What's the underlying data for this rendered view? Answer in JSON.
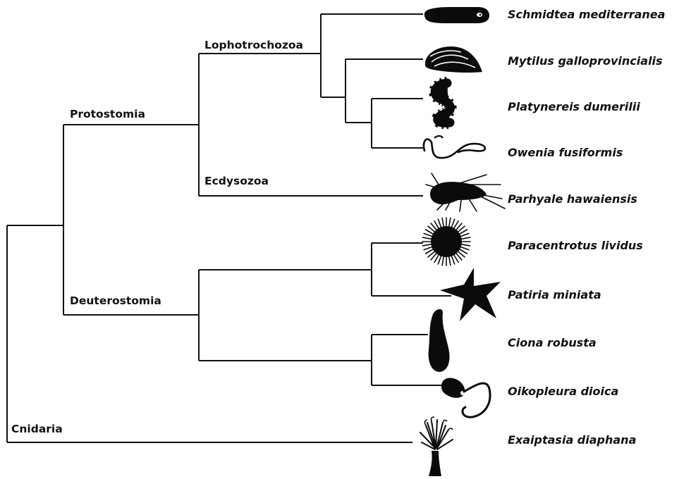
{
  "clades": {
    "lophotrochozoa": "Lophotrochozoa",
    "protostomia": "Protostomia",
    "ecdysozoa": "Ecdysozoa",
    "deuterostomia": "Deuterostomia",
    "cnidaria": "Cnidaria"
  },
  "species": [
    {
      "name": "Schmidtea mediterranea",
      "icon": "flatworm-icon"
    },
    {
      "name": "Mytilus galloprovincialis",
      "icon": "mussel-icon"
    },
    {
      "name": "Platynereis dumerilii",
      "icon": "annelid-worm-icon"
    },
    {
      "name": "Owenia fusiformis",
      "icon": "tube-worm-icon"
    },
    {
      "name": "Parhyale hawaiensis",
      "icon": "amphipod-icon"
    },
    {
      "name": "Paracentrotus lividus",
      "icon": "sea-urchin-icon"
    },
    {
      "name": "Patiria miniata",
      "icon": "starfish-icon"
    },
    {
      "name": "Ciona robusta",
      "icon": "sea-squirt-icon"
    },
    {
      "name": "Oikopleura dioica",
      "icon": "larvacean-icon"
    },
    {
      "name": "Exaiptasia diaphana",
      "icon": "sea-anemone-icon"
    }
  ]
}
